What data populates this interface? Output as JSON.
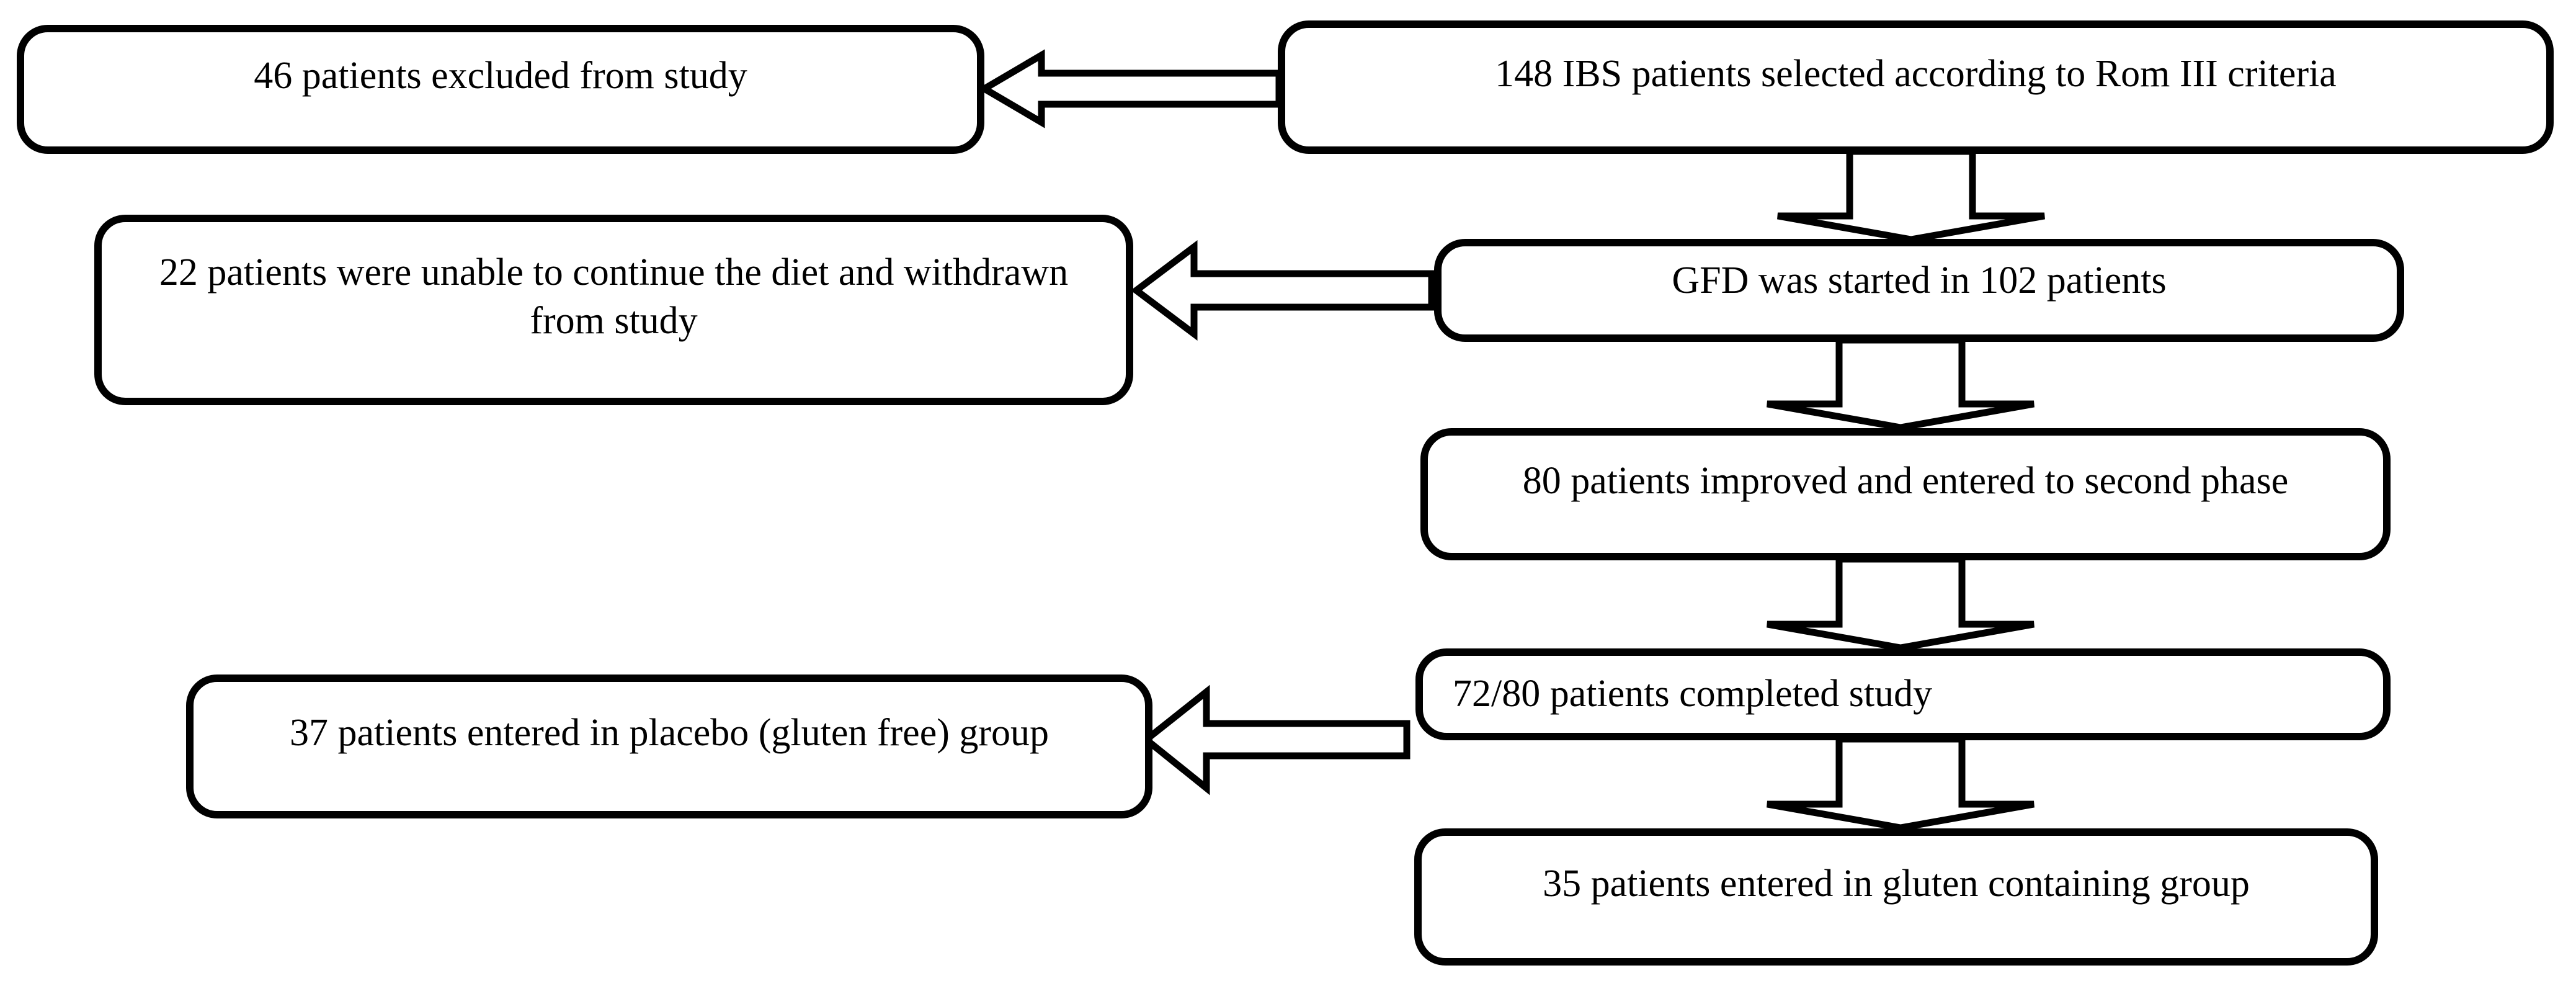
{
  "diagram": {
    "type": "flowchart",
    "title": "IBS gluten-free diet study patient flow",
    "colors": {
      "background": "#ffffff",
      "box_fill": "#ffffff",
      "box_border": "#000000",
      "arrow_fill": "#ffffff",
      "arrow_outline": "#000000",
      "text": "#000000"
    },
    "nodes": {
      "selected": {
        "label": "148 IBS patients selected according to Rom III criteria"
      },
      "excluded": {
        "label": "46 patients excluded from study"
      },
      "gfd": {
        "label": "GFD was started in 102 patients"
      },
      "withdrawn": {
        "label": "22 patients were unable to continue the diet and withdrawn from study"
      },
      "improved": {
        "label": "80 patients improved and entered to second phase"
      },
      "completed": {
        "label": "72/80 patients completed study"
      },
      "placebo": {
        "label": "37 patients entered in placebo (gluten free) group"
      },
      "gluten": {
        "label": "35 patients entered in gluten containing group"
      }
    },
    "edges": [
      {
        "from": "selected",
        "to": "excluded",
        "direction": "left"
      },
      {
        "from": "selected",
        "to": "gfd",
        "direction": "down"
      },
      {
        "from": "gfd",
        "to": "withdrawn",
        "direction": "left"
      },
      {
        "from": "gfd",
        "to": "improved",
        "direction": "down"
      },
      {
        "from": "improved",
        "to": "completed",
        "direction": "down"
      },
      {
        "from": "completed",
        "to": "placebo",
        "direction": "left"
      },
      {
        "from": "completed",
        "to": "gluten",
        "direction": "down"
      }
    ]
  }
}
